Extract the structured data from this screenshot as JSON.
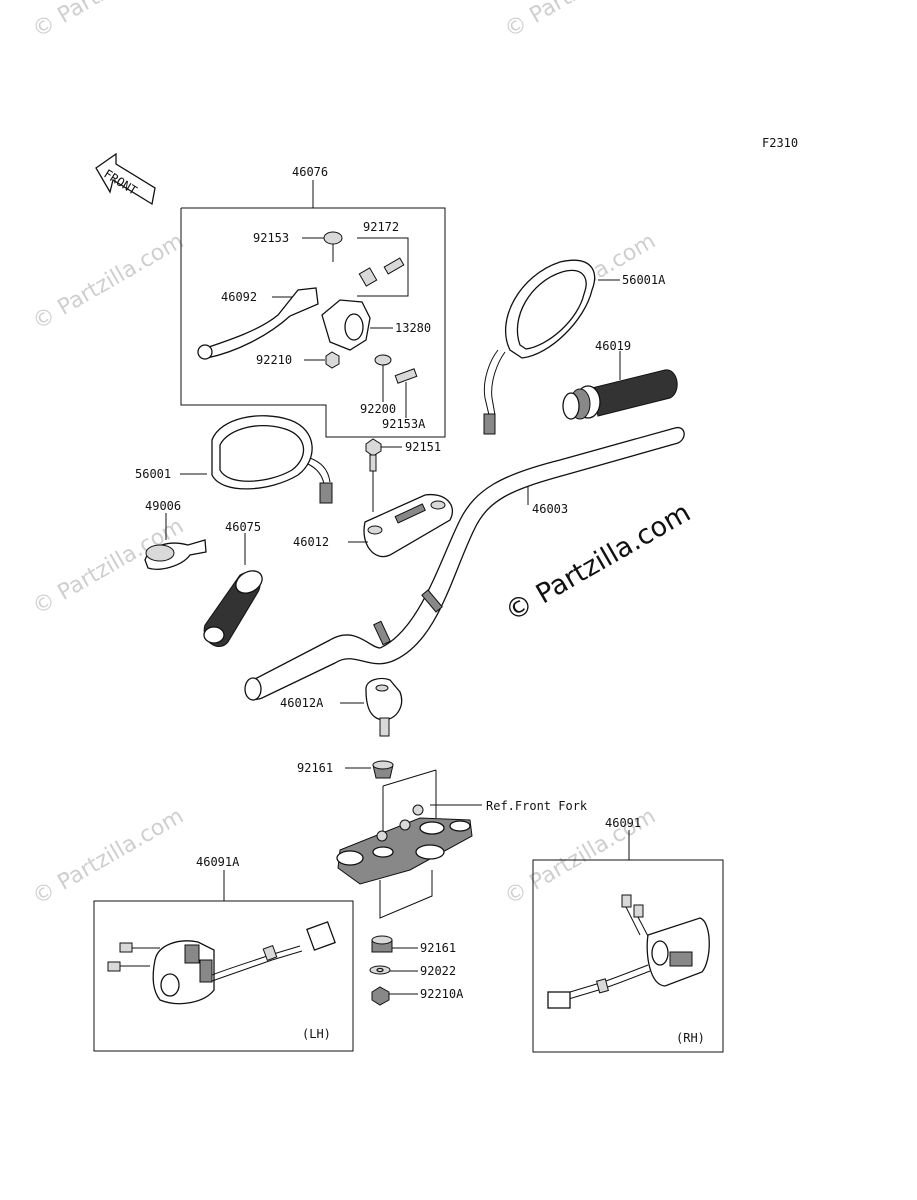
{
  "diagram_code": "F2310",
  "front_arrow_label": "FRONT",
  "watermark": "© Partzilla.com",
  "watermark_main": "© Partzilla.com",
  "parts": {
    "p46076": "46076",
    "p92153": "92153",
    "p92172": "92172",
    "p46092": "46092",
    "p13280": "13280",
    "p92210": "92210",
    "p92200": "92200",
    "p92153A": "92153A",
    "p56001A": "56001A",
    "p46019": "46019",
    "p92151": "92151",
    "p56001": "56001",
    "p46003": "46003",
    "p49006": "49006",
    "p46075": "46075",
    "p46012": "46012",
    "p46012A": "46012A",
    "p92161_top": "92161",
    "ref_front_fork": "Ref.Front Fork",
    "p46091": "46091",
    "p46091A": "46091A",
    "p92161_bottom": "92161",
    "p92022": "92022",
    "p92210A": "92210A"
  },
  "side_labels": {
    "lh": "(LH)",
    "rh": "(RH)"
  }
}
